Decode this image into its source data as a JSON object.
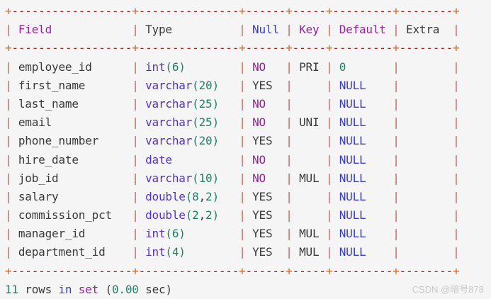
{
  "terminal": {
    "table": {
      "columns": [
        {
          "label": "Field",
          "width": 16,
          "color": "purple"
        },
        {
          "label": "Type",
          "width": 13,
          "color": "text"
        },
        {
          "label": "Null",
          "width": 4,
          "color": "blue"
        },
        {
          "label": "Key",
          "width": 3,
          "color": "purple"
        },
        {
          "label": "Default",
          "width": 7,
          "color": "purple"
        },
        {
          "label": "Extra",
          "width": 6,
          "color": "text"
        }
      ],
      "rows": [
        {
          "field": "employee_id",
          "type": "int(6)",
          "null": "NO",
          "key": "PRI",
          "default": "0",
          "extra": ""
        },
        {
          "field": "first_name",
          "type": "varchar(20)",
          "null": "YES",
          "key": "",
          "default": "NULL",
          "extra": ""
        },
        {
          "field": "last_name",
          "type": "varchar(25)",
          "null": "NO",
          "key": "",
          "default": "NULL",
          "extra": ""
        },
        {
          "field": "email",
          "type": "varchar(25)",
          "null": "NO",
          "key": "UNI",
          "default": "NULL",
          "extra": ""
        },
        {
          "field": "phone_number",
          "type": "varchar(20)",
          "null": "YES",
          "key": "",
          "default": "NULL",
          "extra": ""
        },
        {
          "field": "hire_date",
          "type": "date",
          "null": "NO",
          "key": "",
          "default": "NULL",
          "extra": ""
        },
        {
          "field": "job_id",
          "type": "varchar(10)",
          "null": "NO",
          "key": "MUL",
          "default": "NULL",
          "extra": ""
        },
        {
          "field": "salary",
          "type": "double(8,2)",
          "null": "YES",
          "key": "",
          "default": "NULL",
          "extra": ""
        },
        {
          "field": "commission_pct",
          "type": "double(2,2)",
          "null": "YES",
          "key": "",
          "default": "NULL",
          "extra": ""
        },
        {
          "field": "manager_id",
          "type": "int(6)",
          "null": "YES",
          "key": "MUL",
          "default": "NULL",
          "extra": ""
        },
        {
          "field": "department_id",
          "type": "int(4)",
          "null": "YES",
          "key": "MUL",
          "default": "NULL",
          "extra": ""
        }
      ]
    },
    "summary_tokens": [
      {
        "text": "11",
        "color": "teal"
      },
      {
        "text": " rows ",
        "color": "text"
      },
      {
        "text": "in",
        "color": "blue"
      },
      {
        "text": " ",
        "color": "text"
      },
      {
        "text": "set",
        "color": "purple"
      },
      {
        "text": " (",
        "color": "text"
      },
      {
        "text": "0.00",
        "color": "teal"
      },
      {
        "text": " sec)",
        "color": "text"
      }
    ]
  },
  "watermark": {
    "text": "CSDN @暗号878"
  },
  "colors": {
    "background": "#f5f5f6",
    "text": "#3a3a3a",
    "purple": "#96249c",
    "blue": "#3a3dc0",
    "keyword": "#5432c4",
    "teal": "#1f8168",
    "dash": "#a32222",
    "plus": "#cf6a28",
    "pipe": "#c25f5f",
    "watermark": "#c9c9c9"
  }
}
